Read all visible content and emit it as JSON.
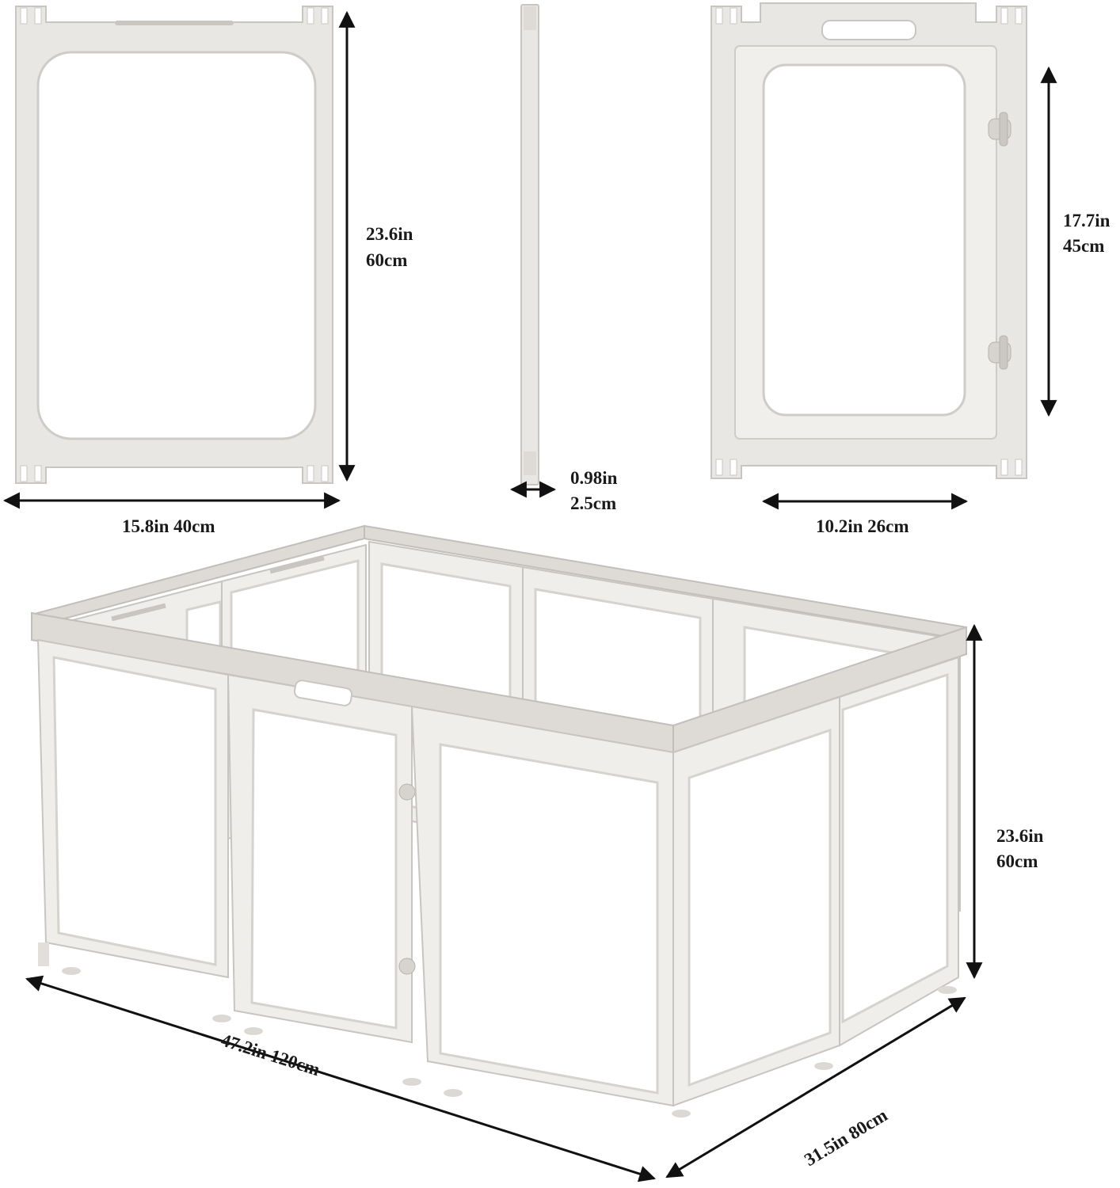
{
  "panels": {
    "standard": {
      "height_label": "23.6in",
      "height_label_metric": "60cm",
      "width_label": "15.8in 40cm"
    },
    "side_view": {
      "thickness_label": "0.98in",
      "thickness_label_metric": "2.5cm"
    },
    "gate": {
      "height_label": "17.7in",
      "height_label_metric": "45cm",
      "width_label": "10.2in 26cm"
    }
  },
  "assembled": {
    "height_label": "23.6in",
    "height_label_metric": "60cm",
    "length_label": "47.2in 120cm",
    "depth_label": "31.5in 80cm"
  },
  "colors": {
    "panel": "#e9e7e4",
    "outline": "#c9c6c2",
    "dimension": "#111111"
  }
}
